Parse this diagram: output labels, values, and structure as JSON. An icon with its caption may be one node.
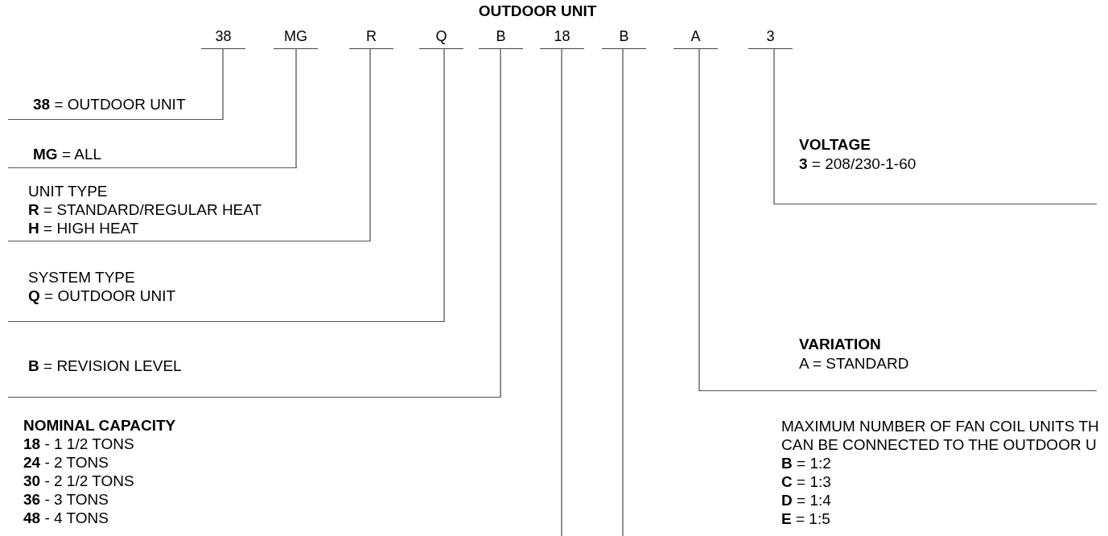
{
  "diagram": {
    "title": "OUTDOOR UNIT",
    "nodes": [
      {
        "text": [
          "38"
        ]
      },
      {
        "text": [
          "MG"
        ]
      },
      {
        "text": [
          "R"
        ]
      },
      {
        "text": [
          "Q"
        ]
      },
      {
        "text": [
          "B"
        ]
      },
      {
        "text": [
          "18"
        ]
      },
      {
        "text": [
          "B"
        ]
      },
      {
        "text": [
          "A"
        ]
      },
      {
        "text": [
          "3"
        ]
      },
      {
        "text": [
          "**38** = OUTDOOR UNIT"
        ]
      },
      {
        "text": [
          "**MG** = ALL"
        ]
      },
      {
        "text": [
          "UNIT TYPE",
          "**R** = STANDARD/REGULAR HEAT",
          "**H** = HIGH HEAT"
        ]
      },
      {
        "text": [
          "SYSTEM TYPE",
          "**Q** = OUTDOOR UNIT"
        ]
      },
      {
        "text": [
          "**B** = REVISION LEVEL"
        ]
      },
      {
        "text": [
          "**NOMINAL CAPACITY**",
          "**18** - 1 1/2 TONS",
          "**24** - 2 TONS",
          "**30** - 2 1/2 TONS",
          "**36** - 3 TONS",
          "**48** - 4 TONS"
        ]
      },
      {
        "text": [
          "**VOLTAGE**",
          "**3** = 208/230-1-60"
        ]
      },
      {
        "text": [
          "**VARIATION**",
          "A = STANDARD"
        ]
      },
      {
        "text": [
          "MAXIMUM NUMBER OF FAN COIL UNITS TH CAN BE CONNECTED TO THE OUTDOOR U",
          "**B** = 1:2",
          "**C** = 1:3",
          "**D** = 1:4",
          "**E** = 1:5"
        ]
      }
    ],
    "edges": [
      {
        "from": 0,
        "to": 9,
        "arrow": "none"
      },
      {
        "from": 1,
        "to": 10,
        "arrow": "none"
      },
      {
        "from": 2,
        "to": 11,
        "arrow": "none"
      },
      {
        "from": 3,
        "to": 12,
        "arrow": "none"
      },
      {
        "from": 4,
        "to": 13,
        "arrow": "none"
      },
      {
        "from": 5,
        "to": null,
        "arrow": "none"
      },
      {
        "from": 6,
        "to": null,
        "arrow": "none"
      },
      {
        "from": 7,
        "to": 16,
        "arrow": "none"
      },
      {
        "from": 8,
        "to": 15,
        "arrow": "none"
      }
    ]
  }
}
